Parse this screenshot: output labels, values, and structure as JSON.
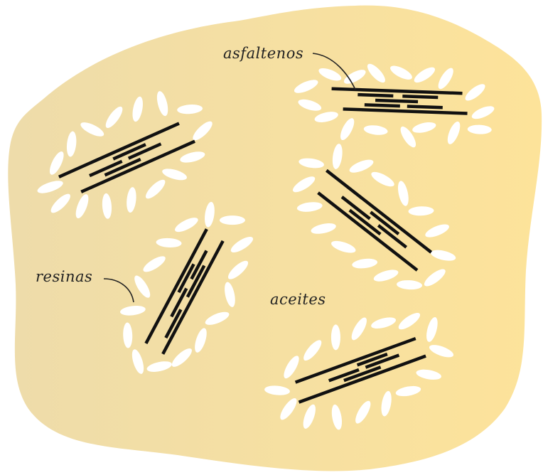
{
  "labels": {
    "asphaltenes": "asfaltenos",
    "resins": "resinas",
    "oils": "aceites"
  },
  "colors": {
    "blob_left": "#eedcaa",
    "blob_right": "#fde39a",
    "stroke": "#111111",
    "resin": "#ffffff",
    "text": "#222222"
  }
}
